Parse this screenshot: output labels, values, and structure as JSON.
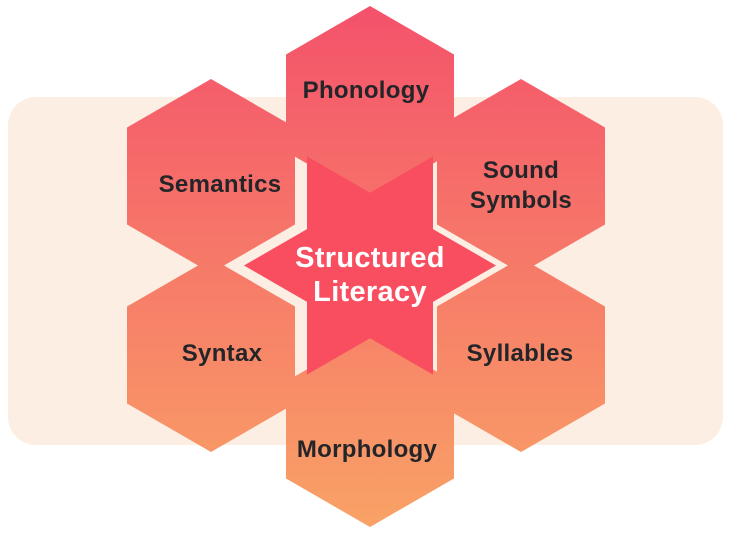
{
  "colors": {
    "background": "#ffffff",
    "panel": "#fceee3",
    "gradient_top": "#f4516b",
    "gradient_bottom": "#f9a466",
    "star": "#f84e60",
    "label_text": "#232528",
    "center_text": "#ffffff"
  },
  "center": {
    "label": "Structured Literacy",
    "lines": [
      "Structured",
      "Literacy"
    ]
  },
  "petals": [
    {
      "id": "phonology",
      "label": "Phonology"
    },
    {
      "id": "sound-symbols",
      "label": "Sound Symbols",
      "lines": [
        "Sound",
        "Symbols"
      ]
    },
    {
      "id": "syllables",
      "label": "Syllables"
    },
    {
      "id": "morphology",
      "label": "Morphology"
    },
    {
      "id": "syntax",
      "label": "Syntax"
    },
    {
      "id": "semantics",
      "label": "Semantics"
    }
  ]
}
